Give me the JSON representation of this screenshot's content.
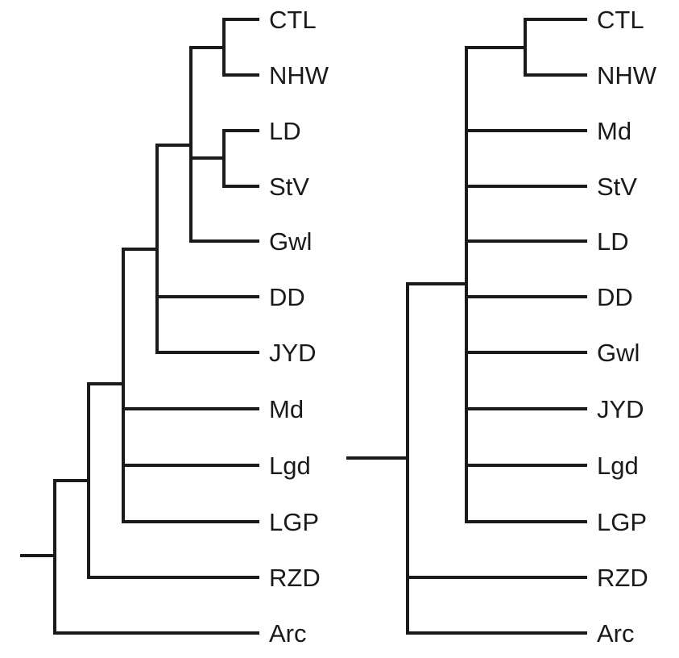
{
  "colors": {
    "line": "#1a1a1a",
    "background": "#ffffff"
  },
  "trees": [
    {
      "leaves": [
        "CTL",
        "NHW",
        "LD",
        "StV",
        "Gwl",
        "DD",
        "JYD",
        "Md",
        "Lgd",
        "LGP",
        "RZD",
        "Arc"
      ],
      "topology": "(((((((CTL,NHW),(LD,StV),Gwl),DD,JYD),Md,Lgd,LGP),RZD),Arc))"
    },
    {
      "leaves": [
        "CTL",
        "NHW",
        "Md",
        "StV",
        "LD",
        "DD",
        "Gwl",
        "JYD",
        "Lgd",
        "LGP",
        "RZD",
        "Arc"
      ],
      "topology": "((((CTL,NHW),Md,StV,LD,DD,Gwl,JYD,Lgd,LGP),RZD,Arc))"
    }
  ]
}
